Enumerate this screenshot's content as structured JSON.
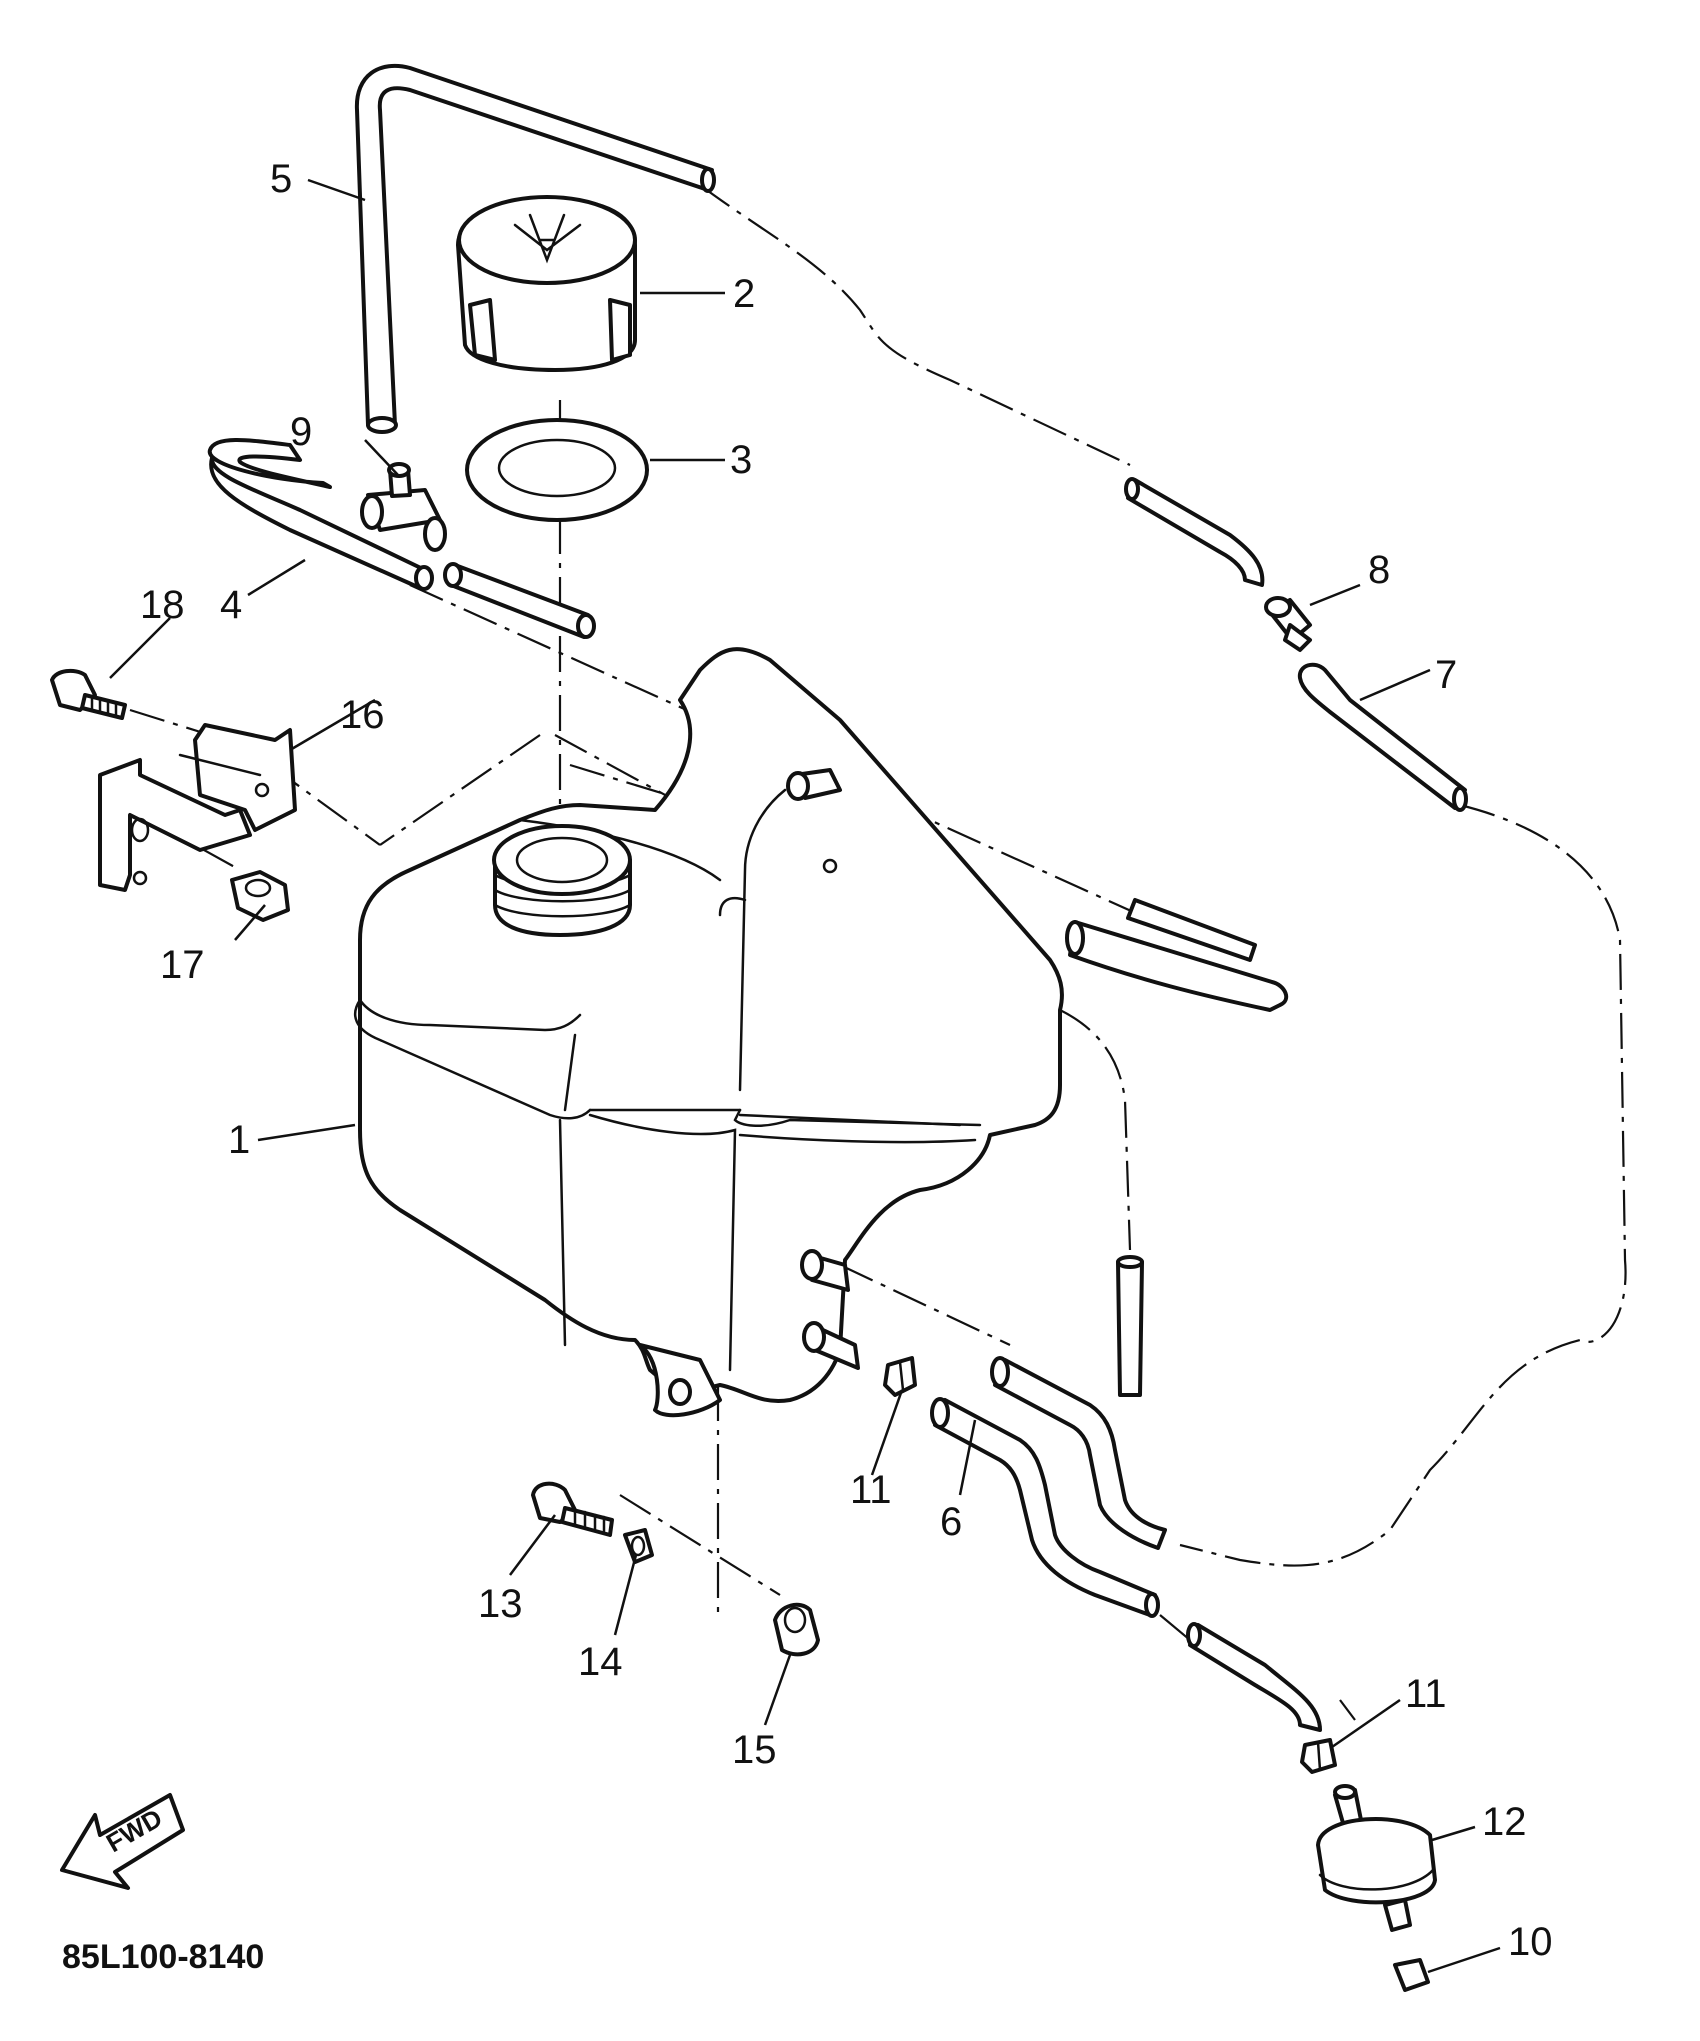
{
  "diagram": {
    "drawing_code": "85L100-8140",
    "direction_label": "FWD",
    "callouts": {
      "c1": "1",
      "c2": "2",
      "c3": "3",
      "c4": "4",
      "c5": "5",
      "c6": "6",
      "c7": "7",
      "c8": "8",
      "c9": "9",
      "c10": "10",
      "c11a": "11",
      "c11b": "11",
      "c12": "12",
      "c13": "13",
      "c14": "14",
      "c15": "15",
      "c16": "16",
      "c17": "17",
      "c18": "18"
    }
  },
  "colors": {
    "ink": "#111111",
    "paper": "#ffffff"
  },
  "icons": {
    "direction_arrow": "fwd-arrow-icon"
  }
}
